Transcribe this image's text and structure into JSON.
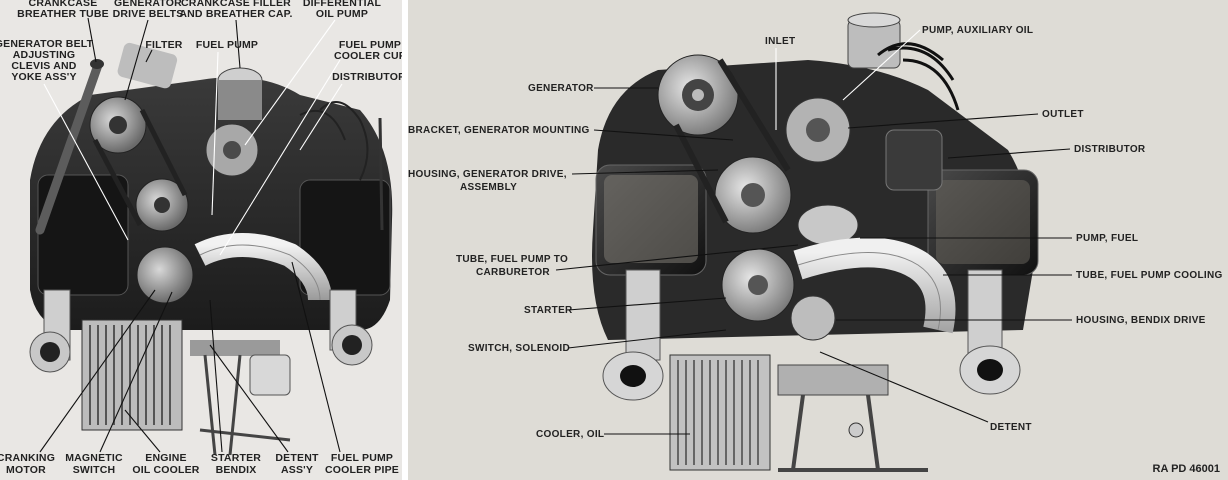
{
  "left_diagram": {
    "labels": {
      "crankcase_breather_tube": [
        "CRANKCASE",
        "BREATHER TUBE"
      ],
      "generator_drive_belts": [
        "GENERATOR",
        "DRIVE BELTS"
      ],
      "crankcase_filler": [
        "CRANKCASE FILLER",
        "AND BREATHER CAP."
      ],
      "differential_oil_pump": [
        "DIFFERENTIAL",
        "OIL PUMP"
      ],
      "generator_belt_clevis": [
        "GENERATOR BELT",
        "ADJUSTING",
        "CLEVIS AND",
        "YOKE ASS'Y"
      ],
      "filter": [
        "FILTER"
      ],
      "fuel_pump": [
        "FUEL PUMP"
      ],
      "fuel_pump_cooler_cup": [
        "FUEL PUMP",
        "COOLER CUP"
      ],
      "distributor": [
        "DISTRIBUTOR"
      ],
      "cranking_motor": [
        "CRANKING",
        "MOTOR"
      ],
      "magnetic_switch": [
        "MAGNETIC",
        "SWITCH"
      ],
      "engine_oil_cooler": [
        "ENGINE",
        "OIL COOLER"
      ],
      "starter_bendix": [
        "STARTER",
        "BENDIX"
      ],
      "detent_assy": [
        "DETENT",
        "ASS'Y"
      ],
      "fuel_pump_cooler_pipe": [
        "FUEL PUMP",
        "COOLER PIPE"
      ]
    }
  },
  "right_diagram": {
    "labels": {
      "generator": [
        "GENERATOR"
      ],
      "inlet": [
        "INLET"
      ],
      "pump_auxiliary_oil": [
        "PUMP, AUXILIARY OIL"
      ],
      "bracket_generator_mounting": [
        "BRACKET, GENERATOR MOUNTING"
      ],
      "outlet": [
        "OUTLET"
      ],
      "distributor": [
        "DISTRIBUTOR"
      ],
      "housing_generator_drive": [
        "HOUSING, GENERATOR DRIVE,",
        "ASSEMBLY"
      ],
      "pump_fuel": [
        "PUMP, FUEL"
      ],
      "tube_fuel_pump_to_carburetor": [
        "TUBE, FUEL PUMP TO",
        "CARBURETOR"
      ],
      "tube_fuel_pump_cooling": [
        "TUBE, FUEL PUMP COOLING"
      ],
      "starter": [
        "STARTER"
      ],
      "housing_bendix_drive": [
        "HOUSING, BENDIX DRIVE"
      ],
      "switch_solenoid": [
        "SWITCH, SOLENOID"
      ],
      "detent": [
        "DETENT"
      ],
      "cooler_oil": [
        "COOLER, OIL"
      ]
    },
    "plate_number": "RA PD 46001"
  }
}
